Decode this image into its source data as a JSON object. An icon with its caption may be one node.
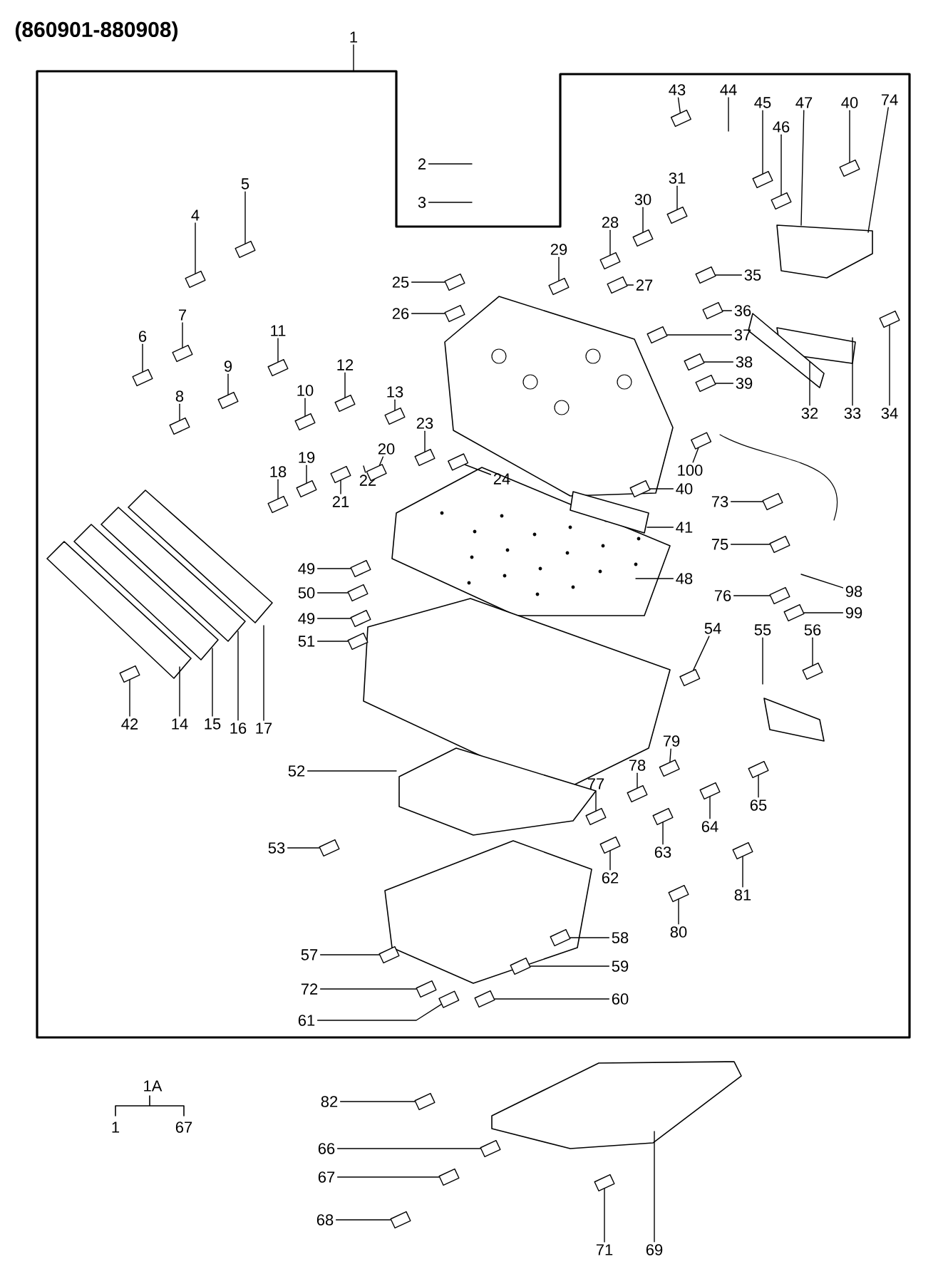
{
  "diagram": {
    "title": "(860901-880908)",
    "nodes": [
      {
        "text": [
          "1"
        ]
      },
      {
        "text": [
          "43"
        ]
      },
      {
        "text": [
          "44"
        ]
      },
      {
        "text": [
          "45"
        ]
      },
      {
        "text": [
          "47"
        ]
      },
      {
        "text": [
          "40"
        ]
      },
      {
        "text": [
          "74"
        ]
      },
      {
        "text": [
          "46"
        ]
      },
      {
        "text": [
          "2"
        ]
      },
      {
        "text": [
          "3"
        ]
      },
      {
        "text": [
          "31"
        ]
      },
      {
        "text": [
          "5"
        ]
      },
      {
        "text": [
          "30"
        ]
      },
      {
        "text": [
          "4"
        ]
      },
      {
        "text": [
          "28"
        ]
      },
      {
        "text": [
          "29"
        ]
      },
      {
        "text": [
          "35"
        ]
      },
      {
        "text": [
          "25"
        ]
      },
      {
        "text": [
          "27"
        ]
      },
      {
        "text": [
          "36"
        ]
      },
      {
        "text": [
          "26"
        ]
      },
      {
        "text": [
          "7"
        ]
      },
      {
        "text": [
          "11"
        ]
      },
      {
        "text": [
          "37"
        ]
      },
      {
        "text": [
          "6"
        ]
      },
      {
        "text": [
          "9"
        ]
      },
      {
        "text": [
          "12"
        ]
      },
      {
        "text": [
          "38"
        ]
      },
      {
        "text": [
          "39"
        ]
      },
      {
        "text": [
          "10"
        ]
      },
      {
        "text": [
          "13"
        ]
      },
      {
        "text": [
          "8"
        ]
      },
      {
        "text": [
          "32"
        ]
      },
      {
        "text": [
          "33"
        ]
      },
      {
        "text": [
          "34"
        ]
      },
      {
        "text": [
          "23"
        ]
      },
      {
        "text": [
          "20"
        ]
      },
      {
        "text": [
          "100"
        ]
      },
      {
        "text": [
          "19"
        ]
      },
      {
        "text": [
          "18"
        ]
      },
      {
        "text": [
          "24"
        ]
      },
      {
        "text": [
          "22"
        ]
      },
      {
        "text": [
          "40"
        ]
      },
      {
        "text": [
          "21"
        ]
      },
      {
        "text": [
          "73"
        ]
      },
      {
        "text": [
          "41"
        ]
      },
      {
        "text": [
          "75"
        ]
      },
      {
        "text": [
          "49"
        ]
      },
      {
        "text": [
          "48"
        ]
      },
      {
        "text": [
          "98"
        ]
      },
      {
        "text": [
          "50"
        ]
      },
      {
        "text": [
          "76"
        ]
      },
      {
        "text": [
          "99"
        ]
      },
      {
        "text": [
          "49"
        ]
      },
      {
        "text": [
          "54"
        ]
      },
      {
        "text": [
          "55"
        ]
      },
      {
        "text": [
          "56"
        ]
      },
      {
        "text": [
          "51"
        ]
      },
      {
        "text": [
          "42"
        ]
      },
      {
        "text": [
          "14"
        ]
      },
      {
        "text": [
          "15"
        ]
      },
      {
        "text": [
          "16"
        ]
      },
      {
        "text": [
          "17"
        ]
      },
      {
        "text": [
          "79"
        ]
      },
      {
        "text": [
          "52"
        ]
      },
      {
        "text": [
          "78"
        ]
      },
      {
        "text": [
          "77"
        ]
      },
      {
        "text": [
          "65"
        ]
      },
      {
        "text": [
          "64"
        ]
      },
      {
        "text": [
          "53"
        ]
      },
      {
        "text": [
          "63"
        ]
      },
      {
        "text": [
          "62"
        ]
      },
      {
        "text": [
          "81"
        ]
      },
      {
        "text": [
          "80"
        ]
      },
      {
        "text": [
          "58"
        ]
      },
      {
        "text": [
          "57"
        ]
      },
      {
        "text": [
          "59"
        ]
      },
      {
        "text": [
          "72"
        ]
      },
      {
        "text": [
          "60"
        ]
      },
      {
        "text": [
          "61"
        ]
      },
      {
        "text": [
          "82"
        ]
      },
      {
        "text": [
          "66"
        ]
      },
      {
        "text": [
          "67"
        ]
      },
      {
        "text": [
          "68"
        ]
      },
      {
        "text": [
          "71"
        ]
      },
      {
        "text": [
          "69"
        ]
      },
      {
        "text": [],
        "shape": "box"
      },
      {
        "text": [],
        "shape": "box"
      },
      {
        "text": [],
        "shape": "box"
      },
      {
        "text": [],
        "shape": "box"
      },
      {
        "text": [],
        "shape": "box"
      },
      {
        "text": [],
        "shape": "box"
      },
      {
        "text": [],
        "shape": "box"
      },
      {
        "text": [],
        "shape": "box"
      },
      {
        "text": [],
        "shape": "box"
      },
      {
        "text": [],
        "shape": "box"
      },
      {
        "text": [],
        "shape": "box"
      },
      {
        "text": [],
        "shape": "box"
      },
      {
        "text": [],
        "shape": "box"
      },
      {
        "text": [],
        "shape": "box"
      },
      {
        "text": [],
        "shape": "box"
      },
      {
        "text": [],
        "shape": "box"
      },
      {
        "text": [],
        "shape": "box"
      },
      {
        "text": [],
        "shape": "box"
      },
      {
        "text": [],
        "shape": "box"
      },
      {
        "text": [],
        "shape": "box"
      },
      {
        "text": [],
        "shape": "box"
      },
      {
        "text": [],
        "shape": "box"
      },
      {
        "text": [],
        "shape": "box"
      },
      {
        "text": [],
        "shape": "box"
      },
      {
        "text": [],
        "shape": "box"
      },
      {
        "text": [],
        "shape": "box"
      },
      {
        "text": [],
        "shape": "box"
      },
      {
        "text": [],
        "shape": "box"
      },
      {
        "text": [],
        "shape": "box"
      },
      {
        "text": [],
        "shape": "box"
      },
      {
        "text": [],
        "shape": "box"
      },
      {
        "text": [],
        "shape": "box"
      },
      {
        "text": [],
        "shape": "box"
      },
      {
        "text": [],
        "shape": "box"
      },
      {
        "text": [],
        "shape": "box"
      },
      {
        "text": [],
        "shape": "box"
      },
      {
        "text": [],
        "shape": "box"
      },
      {
        "text": [],
        "shape": "box"
      },
      {
        "text": [],
        "shape": "box"
      },
      {
        "text": [],
        "shape": "box"
      },
      {
        "text": [],
        "shape": "box"
      },
      {
        "text": [],
        "shape": "box"
      },
      {
        "text": [],
        "shape": "box"
      },
      {
        "text": [],
        "shape": "box"
      },
      {
        "text": [],
        "shape": "box"
      },
      {
        "text": [],
        "shape": "box"
      },
      {
        "text": [],
        "shape": "box"
      },
      {
        "text": [],
        "shape": "box"
      },
      {
        "text": [],
        "shape": "box"
      },
      {
        "text": [],
        "shape": "box"
      },
      {
        "text": [],
        "shape": "box"
      },
      {
        "text": [],
        "shape": "box"
      },
      {
        "text": [],
        "shape": "box"
      },
      {
        "text": [],
        "shape": "box"
      },
      {
        "text": [],
        "shape": "box"
      },
      {
        "text": [],
        "shape": "box"
      },
      {
        "text": [],
        "shape": "box"
      },
      {
        "text": [],
        "shape": "box"
      },
      {
        "text": [],
        "shape": "box"
      },
      {
        "text": [],
        "shape": "box"
      },
      {
        "text": [],
        "shape": "box"
      },
      {
        "text": [],
        "shape": "box"
      },
      {
        "text": [],
        "shape": "box"
      },
      {
        "text": [],
        "shape": "box"
      },
      {
        "text": [],
        "shape": "box"
      },
      {
        "text": [],
        "shape": "box"
      },
      {
        "text": [],
        "shape": "box"
      }
    ],
    "edges": [
      {
        "from": 0,
        "to": null,
        "arrow": "none"
      },
      {
        "from": 1,
        "to": 86,
        "arrow": "none"
      },
      {
        "from": 2,
        "to": null,
        "arrow": "none"
      },
      {
        "from": 3,
        "to": 87,
        "arrow": "none"
      },
      {
        "from": 4,
        "to": null,
        "arrow": "none"
      },
      {
        "from": 5,
        "to": 88,
        "arrow": "none"
      },
      {
        "from": 6,
        "to": null,
        "arrow": "none"
      },
      {
        "from": 7,
        "to": 89,
        "arrow": "none"
      },
      {
        "from": 8,
        "to": null,
        "arrow": "none"
      },
      {
        "from": 9,
        "to": null,
        "arrow": "none"
      },
      {
        "from": 10,
        "to": 90,
        "arrow": "none"
      },
      {
        "from": 11,
        "to": 91,
        "arrow": "none"
      },
      {
        "from": 12,
        "to": 92,
        "arrow": "none"
      },
      {
        "from": 13,
        "to": 93,
        "arrow": "none"
      },
      {
        "from": 14,
        "to": 94,
        "arrow": "none"
      },
      {
        "from": 15,
        "to": 95,
        "arrow": "none"
      },
      {
        "from": 16,
        "to": 96,
        "arrow": "none"
      },
      {
        "from": 17,
        "to": 97,
        "arrow": "none"
      },
      {
        "from": 18,
        "to": 98,
        "arrow": "none"
      },
      {
        "from": 19,
        "to": 99,
        "arrow": "none"
      },
      {
        "from": 20,
        "to": 100,
        "arrow": "none"
      },
      {
        "from": 21,
        "to": 101,
        "arrow": "none"
      },
      {
        "from": 22,
        "to": 102,
        "arrow": "none"
      },
      {
        "from": 23,
        "to": 103,
        "arrow": "none"
      },
      {
        "from": 24,
        "to": 104,
        "arrow": "none"
      },
      {
        "from": 25,
        "to": 105,
        "arrow": "none"
      },
      {
        "from": 26,
        "to": 106,
        "arrow": "none"
      },
      {
        "from": 27,
        "to": 107,
        "arrow": "none"
      },
      {
        "from": 28,
        "to": 108,
        "arrow": "none"
      },
      {
        "from": 29,
        "to": 109,
        "arrow": "none"
      },
      {
        "from": 30,
        "to": 110,
        "arrow": "none"
      },
      {
        "from": 31,
        "to": 111,
        "arrow": "none"
      },
      {
        "from": 32,
        "to": null,
        "arrow": "none"
      },
      {
        "from": 33,
        "to": null,
        "arrow": "none"
      },
      {
        "from": 34,
        "to": 112,
        "arrow": "none"
      },
      {
        "from": 35,
        "to": 113,
        "arrow": "none"
      },
      {
        "from": 36,
        "to": 114,
        "arrow": "none"
      },
      {
        "from": 37,
        "to": 115,
        "arrow": "none"
      },
      {
        "from": 38,
        "to": 116,
        "arrow": "none"
      },
      {
        "from": 39,
        "to": 117,
        "arrow": "none"
      },
      {
        "from": 40,
        "to": 118,
        "arrow": "none"
      },
      {
        "from": 41,
        "to": null,
        "arrow": "none"
      },
      {
        "from": 42,
        "to": 119,
        "arrow": "none"
      },
      {
        "from": 43,
        "to": 120,
        "arrow": "none"
      },
      {
        "from": 44,
        "to": 121,
        "arrow": "none"
      },
      {
        "from": 45,
        "to": null,
        "arrow": "none"
      },
      {
        "from": 46,
        "to": 122,
        "arrow": "none"
      },
      {
        "from": 47,
        "to": 123,
        "arrow": "none"
      },
      {
        "from": 48,
        "to": null,
        "arrow": "none"
      },
      {
        "from": 49,
        "to": null,
        "arrow": "none"
      },
      {
        "from": 50,
        "to": 124,
        "arrow": "none"
      },
      {
        "from": 51,
        "to": 125,
        "arrow": "none"
      },
      {
        "from": 52,
        "to": 126,
        "arrow": "none"
      },
      {
        "from": 53,
        "to": 127,
        "arrow": "none"
      },
      {
        "from": 54,
        "to": 128,
        "arrow": "none"
      },
      {
        "from": 55,
        "to": null,
        "arrow": "none"
      },
      {
        "from": 56,
        "to": 129,
        "arrow": "none"
      },
      {
        "from": 57,
        "to": 130,
        "arrow": "none"
      },
      {
        "from": 58,
        "to": 131,
        "arrow": "none"
      },
      {
        "from": 59,
        "to": null,
        "arrow": "none"
      },
      {
        "from": 60,
        "to": null,
        "arrow": "none"
      },
      {
        "from": 61,
        "to": null,
        "arrow": "none"
      },
      {
        "from": 62,
        "to": null,
        "arrow": "none"
      },
      {
        "from": 63,
        "to": 132,
        "arrow": "none"
      },
      {
        "from": 64,
        "to": null,
        "arrow": "none"
      },
      {
        "from": 65,
        "to": 133,
        "arrow": "none"
      },
      {
        "from": 66,
        "to": 134,
        "arrow": "none"
      },
      {
        "from": 67,
        "to": 135,
        "arrow": "none"
      },
      {
        "from": 68,
        "to": 136,
        "arrow": "none"
      },
      {
        "from": 69,
        "to": 137,
        "arrow": "none"
      },
      {
        "from": 70,
        "to": 138,
        "arrow": "none"
      },
      {
        "from": 71,
        "to": 139,
        "arrow": "none"
      },
      {
        "from": 72,
        "to": 140,
        "arrow": "none"
      },
      {
        "from": 73,
        "to": 141,
        "arrow": "none"
      },
      {
        "from": 74,
        "to": 142,
        "arrow": "none"
      },
      {
        "from": 75,
        "to": 143,
        "arrow": "none"
      },
      {
        "from": 76,
        "to": 144,
        "arrow": "none"
      },
      {
        "from": 77,
        "to": 145,
        "arrow": "none"
      },
      {
        "from": 78,
        "to": 146,
        "arrow": "none"
      },
      {
        "from": 79,
        "to": 147,
        "arrow": "none"
      },
      {
        "from": 80,
        "to": 148,
        "arrow": "none"
      },
      {
        "from": 81,
        "to": 149,
        "arrow": "none"
      },
      {
        "from": 82,
        "to": 150,
        "arrow": "none"
      },
      {
        "from": 83,
        "to": 151,
        "arrow": "none"
      },
      {
        "from": 84,
        "to": 152,
        "arrow": "none"
      },
      {
        "from": 85,
        "to": null,
        "arrow": "none"
      }
    ],
    "labels": [
      "1A",
      "1",
      "67"
    ]
  }
}
